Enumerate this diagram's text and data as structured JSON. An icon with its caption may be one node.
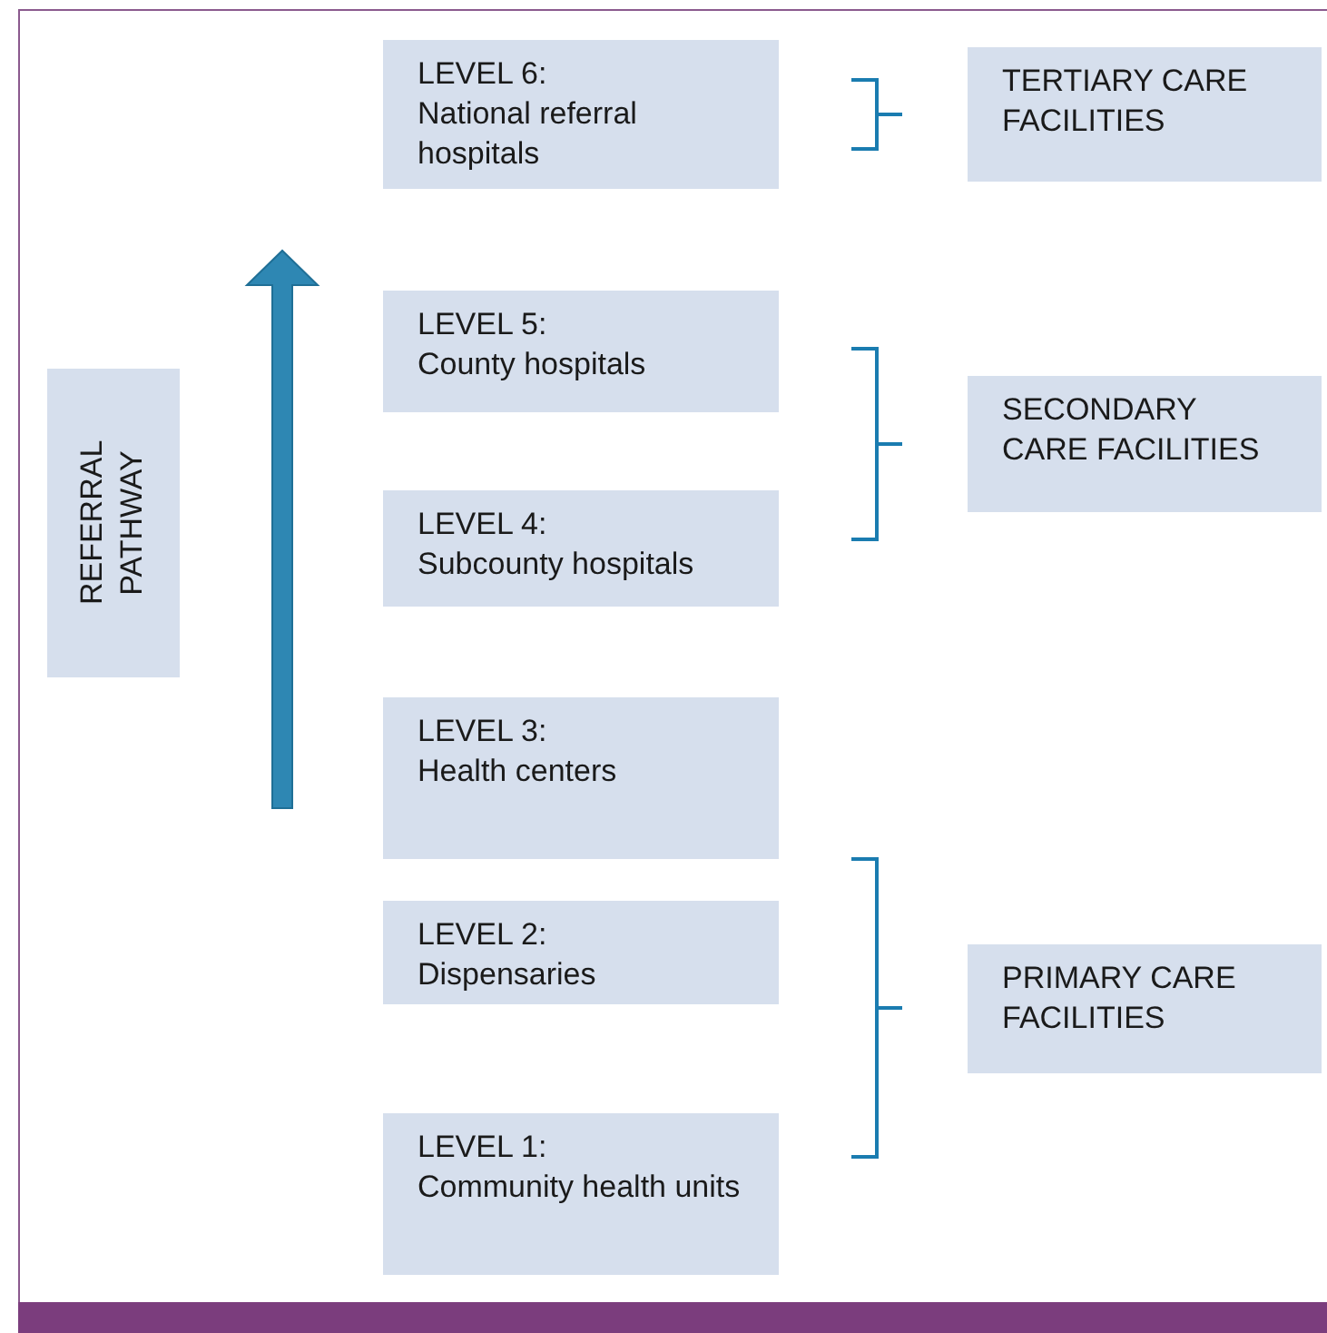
{
  "diagram": {
    "nodes": [
      {
        "text": [
          "REFERRAL PATHWAY"
        ]
      },
      {
        "text": [
          "LEVEL 6:",
          "National referral hospitals"
        ]
      },
      {
        "text": [
          "LEVEL 5:",
          "County hospitals"
        ]
      },
      {
        "text": [
          "LEVEL 4:",
          "Subcounty hospitals"
        ]
      },
      {
        "text": [
          "LEVEL 3:",
          "Health centers"
        ]
      },
      {
        "text": [
          "LEVEL 2:",
          "Dispensaries"
        ]
      },
      {
        "text": [
          "LEVEL 1:",
          "Community health units"
        ]
      },
      {
        "text": [
          "TERTIARY CARE FACILITIES"
        ]
      },
      {
        "text": [
          "SECONDARY CARE FACILITIES"
        ]
      },
      {
        "text": [
          "PRIMARY CARE FACILITIES"
        ]
      }
    ]
  }
}
